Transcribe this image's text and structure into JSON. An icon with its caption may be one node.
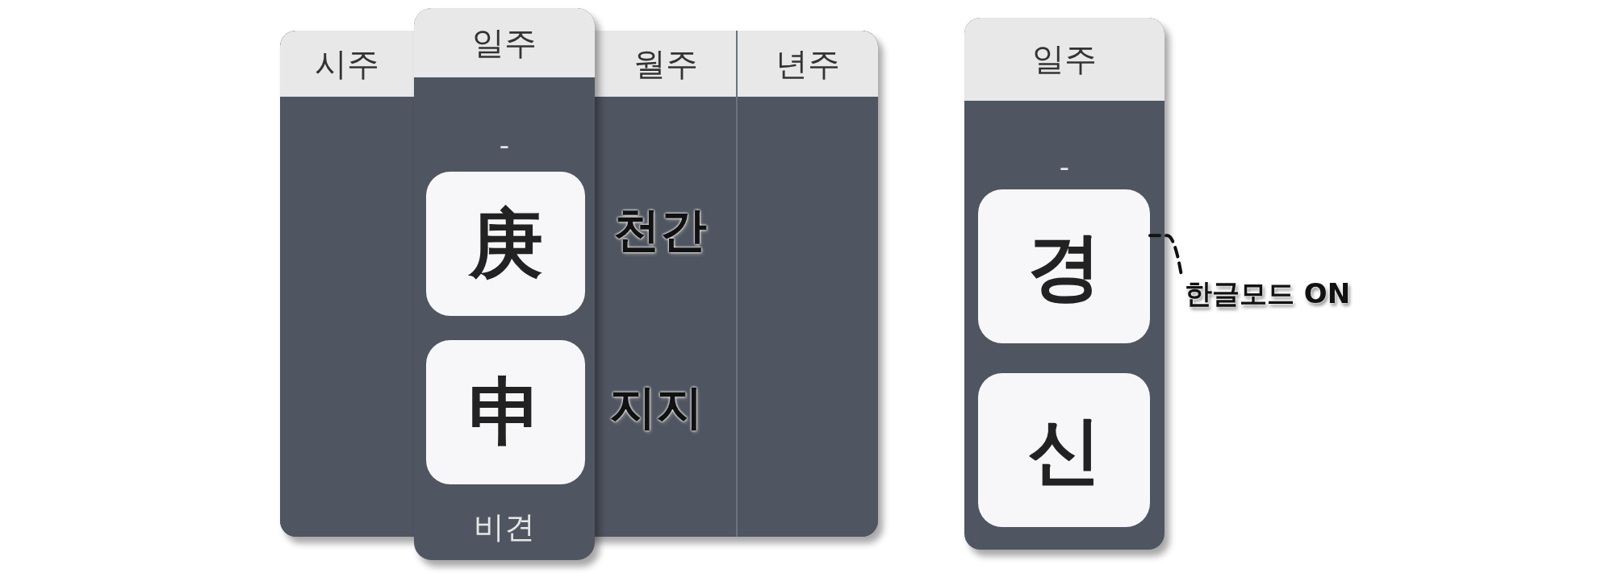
{
  "diagram": {
    "nodes": [
      {
        "text": [
          "시주"
        ]
      },
      {
        "text": [
          "일주",
          "-",
          "비견"
        ]
      },
      {
        "text": [
          "庚"
        ],
        "in": 1
      },
      {
        "text": [
          "申"
        ],
        "in": 1
      },
      {
        "text": [
          "월주"
        ]
      },
      {
        "text": [
          "년주"
        ]
      },
      {
        "text": [
          "일주",
          "-"
        ]
      },
      {
        "text": [
          "경"
        ],
        "in": 6
      },
      {
        "text": [
          "신"
        ],
        "in": 6
      },
      {
        "text": [
          "한글모드 ON"
        ]
      }
    ],
    "edges": [
      {
        "from": 9,
        "to": 7,
        "arrow": "none",
        "style": "dashed"
      }
    ],
    "labels": [
      "천간",
      "지지"
    ]
  }
}
